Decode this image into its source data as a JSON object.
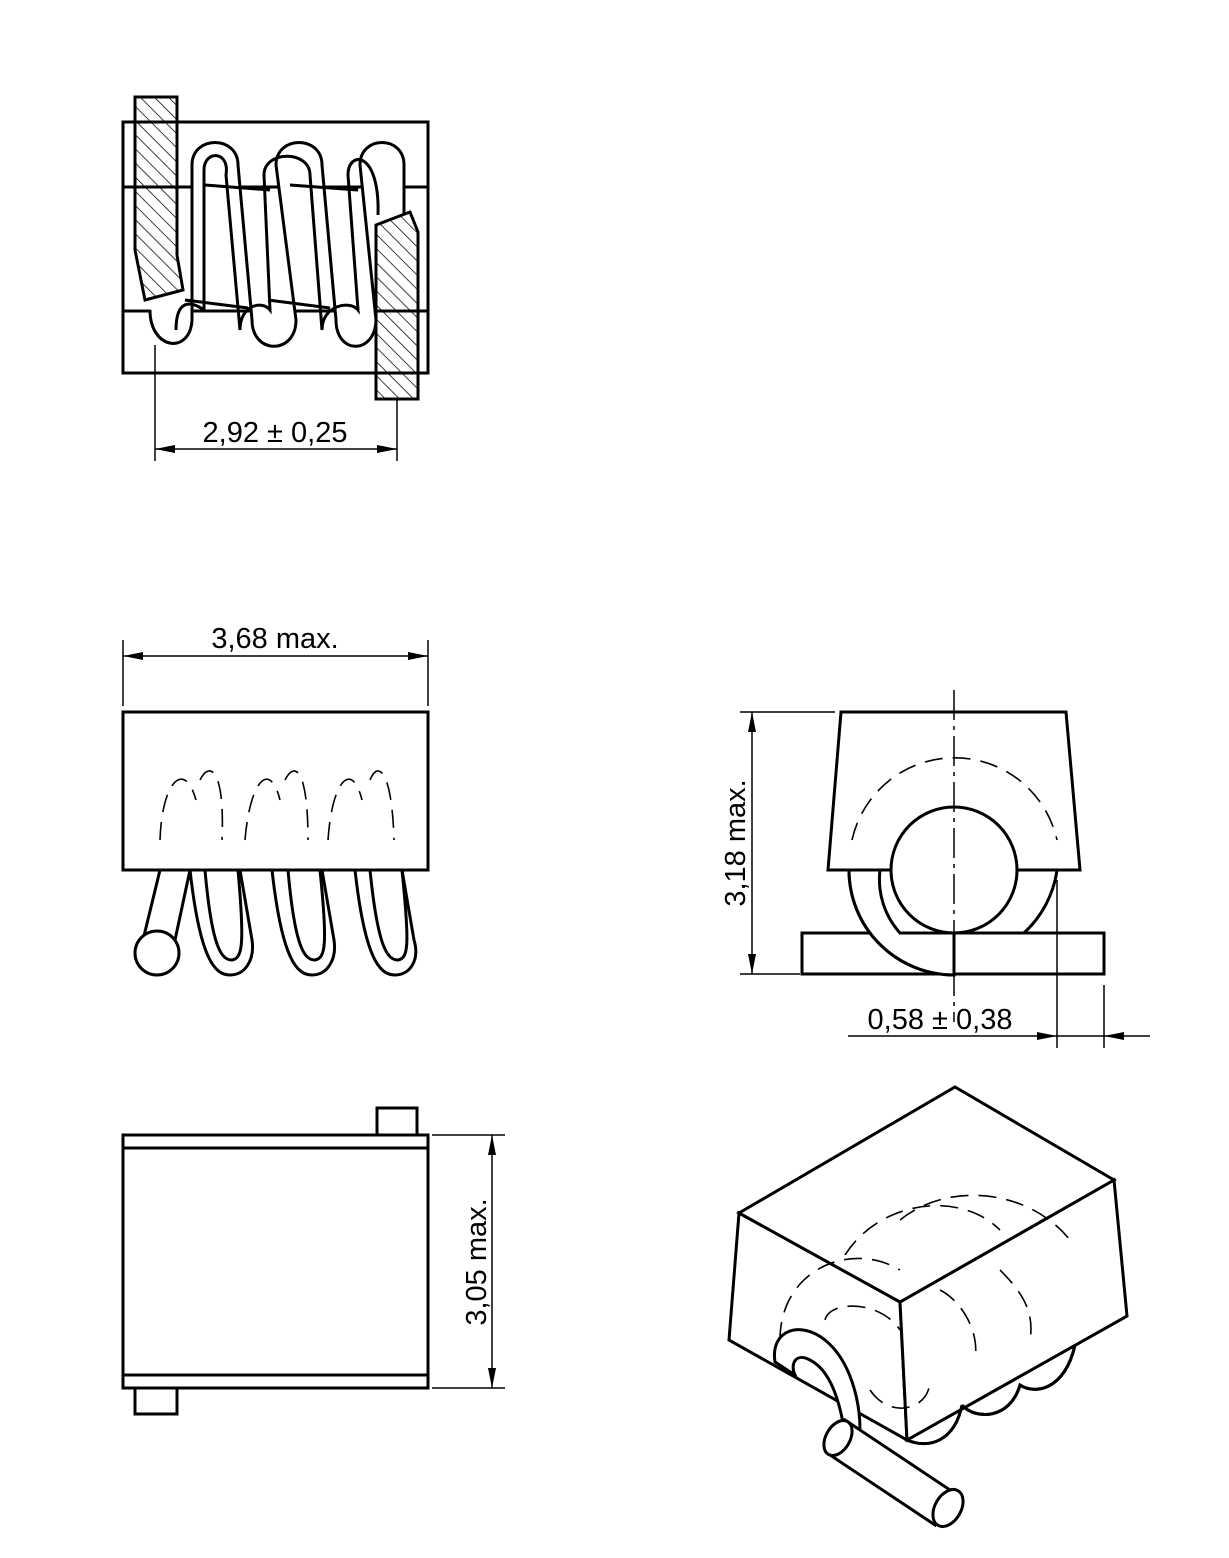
{
  "drawing": {
    "views": {
      "top_view": {
        "dimension": "2,92 ± 0,25"
      },
      "front_view": {
        "dimension": "3,68  max."
      },
      "side_view": {
        "height_dimension": "3,18  max.",
        "offset_dimension": "0,58 ± 0,38"
      },
      "bottom_view": {
        "dimension": "3,05  max."
      },
      "isometric_view": {}
    },
    "colors": {
      "line": "#000000",
      "background": "#ffffff"
    }
  }
}
